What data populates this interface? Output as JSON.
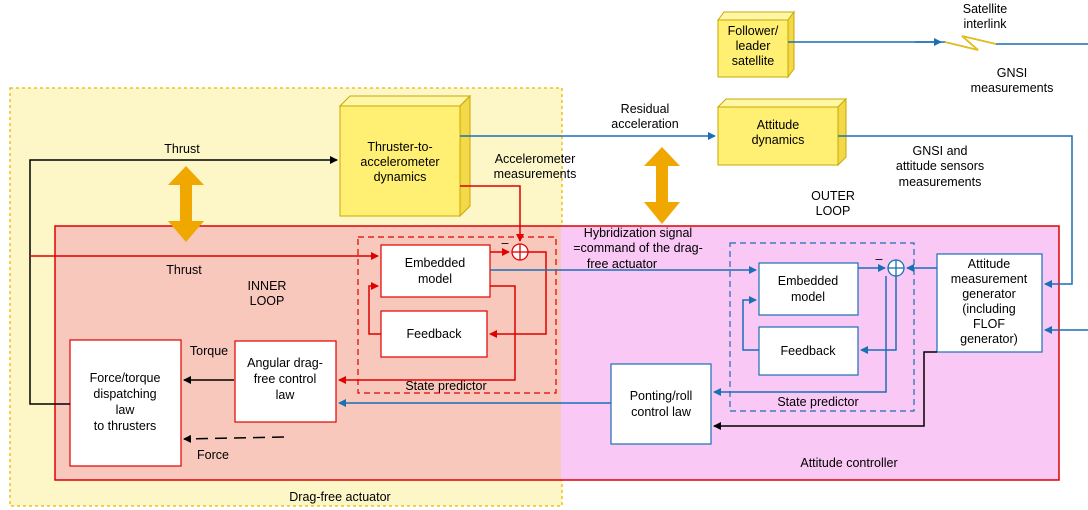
{
  "colors": {
    "drag_free_fill": "#fdf7c8",
    "drag_free_border": "#e8b800",
    "controller_fill": "#f9c8f5",
    "controller_border": "#e00000",
    "inner_region_fill": "#f8c8bc",
    "box3d_face": "#ffef73",
    "box3d_side": "#f3d94a",
    "box3d_border": "#c8a800",
    "red_line": "#e00000",
    "blue_line": "#1a6fb5",
    "orange_arrow": "#f0a800"
  },
  "blocks": {
    "follower_leader": [
      "Follower/",
      "leader",
      "satellite"
    ],
    "thruster_dynamics": [
      "Thruster-to-",
      "accelerometer",
      "dynamics"
    ],
    "attitude_dynamics": [
      "Attitude",
      "dynamics"
    ],
    "embedded_model_inner": [
      "Embedded",
      "model"
    ],
    "feedback_inner": "Feedback",
    "angular_drag_free": [
      "Angular drag-",
      "free control",
      "law"
    ],
    "force_torque": [
      "Force/torque",
      "dispatching",
      "law",
      "to thrusters"
    ],
    "embedded_model_outer": [
      "Embedded",
      "model"
    ],
    "feedback_outer": "Feedback",
    "ponting_roll": [
      "Ponting/roll",
      "control law"
    ],
    "attitude_measurement": [
      "Attitude",
      "measurement",
      "generator",
      "(including",
      "FLOF",
      "generator)"
    ]
  },
  "labels": {
    "satellite_interlink": [
      "Satellite",
      "interlink"
    ],
    "gnsi_measurements": [
      "GNSI",
      "measurements"
    ],
    "residual_acceleration": [
      "Residual",
      "acceleration"
    ],
    "thrust_top": "Thrust",
    "accelerometer_measurements": [
      "Accelerometer",
      "measurements"
    ],
    "gnsi_attitude": [
      "GNSI and",
      "attitude sensors",
      "measurements"
    ],
    "outer_loop": [
      "OUTER",
      "LOOP"
    ],
    "hybridization": [
      "Hybridization signal",
      "=command of the drag-",
      "free actuator"
    ],
    "thrust_inner": "Thrust",
    "inner_loop": [
      "INNER",
      "LOOP"
    ],
    "minus_inner": "–",
    "minus_outer": "–",
    "torque": "Torque",
    "force": "Force",
    "state_predictor_inner": "State  predictor",
    "state_predictor_outer": "State  predictor",
    "attitude_controller": "Attitude controller",
    "drag_free_actuator": "Drag-free actuator"
  }
}
